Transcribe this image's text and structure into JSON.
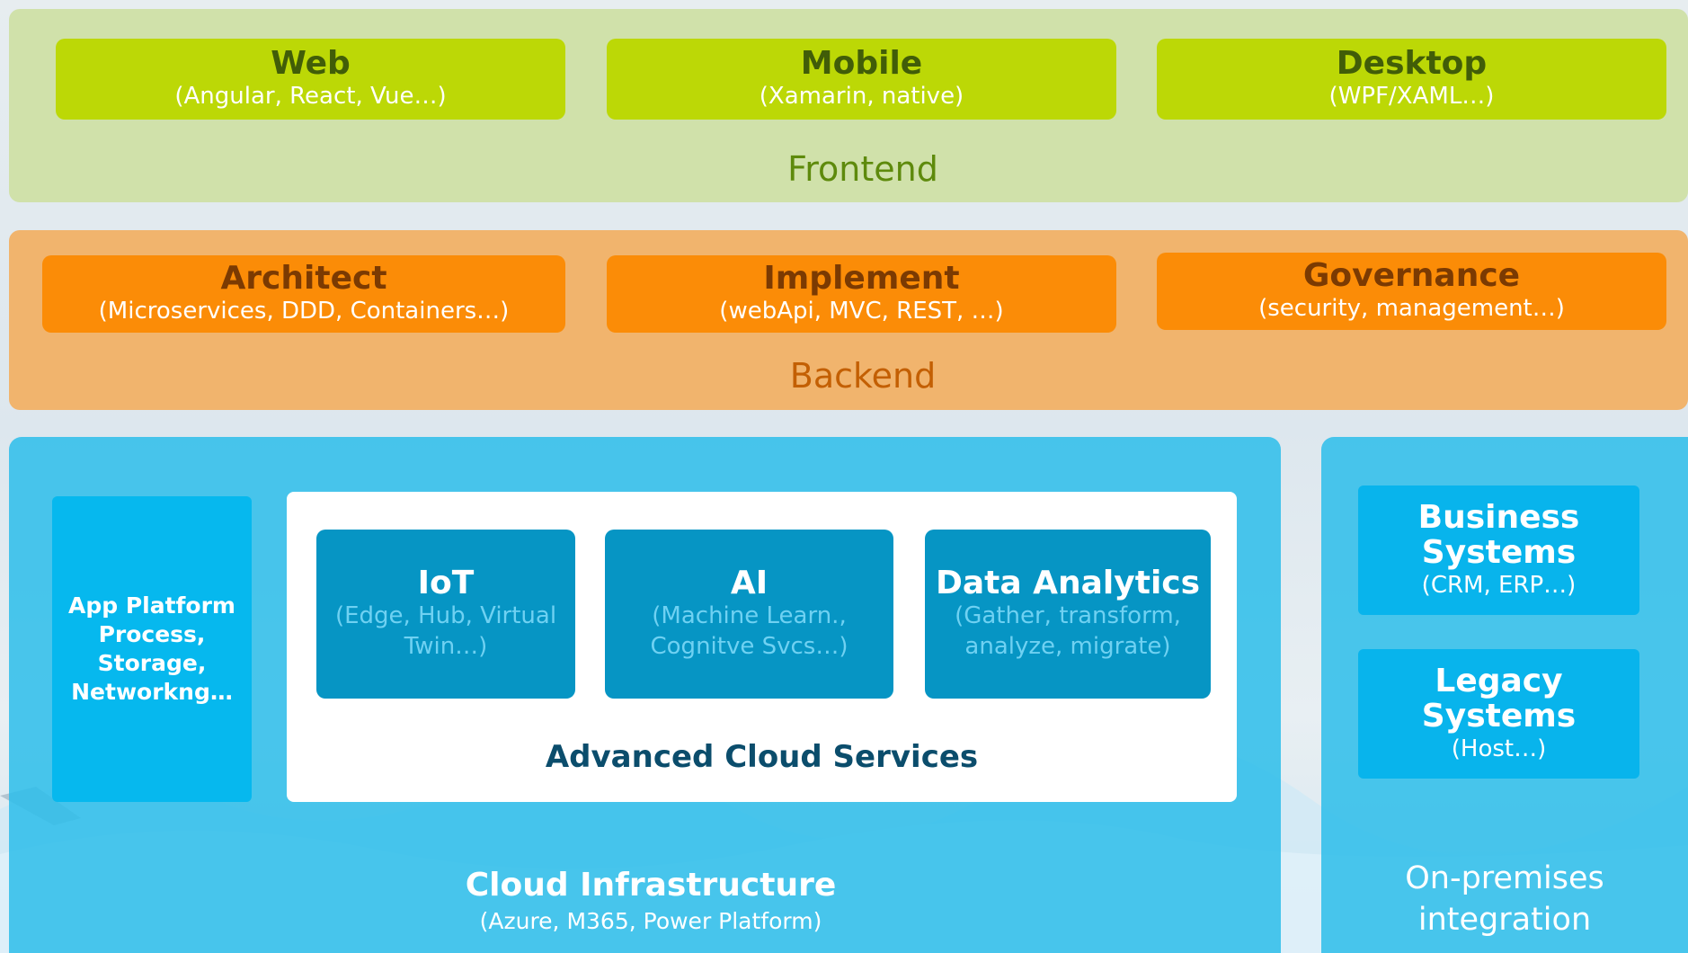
{
  "frontend": {
    "label": "Frontend",
    "items": [
      {
        "title": "Web",
        "subtitle": "(Angular, React, Vue…)"
      },
      {
        "title": "Mobile",
        "subtitle": "(Xamarin, native)"
      },
      {
        "title": "Desktop",
        "subtitle": "(WPF/XAML…)"
      }
    ]
  },
  "backend": {
    "label": "Backend",
    "items": [
      {
        "title": "Architect",
        "subtitle": "(Microservices, DDD, Containers…)"
      },
      {
        "title": "Implement",
        "subtitle": "(webApi, MVC, REST, …)"
      },
      {
        "title": "Governance",
        "subtitle": "(security, management…)"
      }
    ]
  },
  "cloud": {
    "app_platform": "App Platform\nProcess,\nStorage,\nNetworkng…",
    "advanced": {
      "label": "Advanced Cloud Services",
      "items": [
        {
          "title": "IoT",
          "subtitle": "(Edge, Hub, Virtual\nTwin…)"
        },
        {
          "title": "AI",
          "subtitle": "(Machine Learn.,\nCognitve Svcs…)"
        },
        {
          "title": "Data Analytics",
          "subtitle": "(Gather, transform,\nanalyze, migrate)"
        }
      ]
    },
    "title": "Cloud Infrastructure",
    "subtitle": "(Azure, M365, Power Platform)"
  },
  "onprem": {
    "items": [
      {
        "title": "Business Systems",
        "subtitle": "(CRM, ERP…)"
      },
      {
        "title": "Legacy Systems",
        "subtitle": "(Host…)"
      }
    ],
    "label": "On-premises\nintegration"
  },
  "colors": {
    "frontend_band": "#cfe0a5",
    "frontend_box": "#bcd806",
    "backend_band": "#f1b46d",
    "backend_box": "#fb8c07",
    "cloud_band": "#2dbeea",
    "service_box": "#0695c4"
  }
}
